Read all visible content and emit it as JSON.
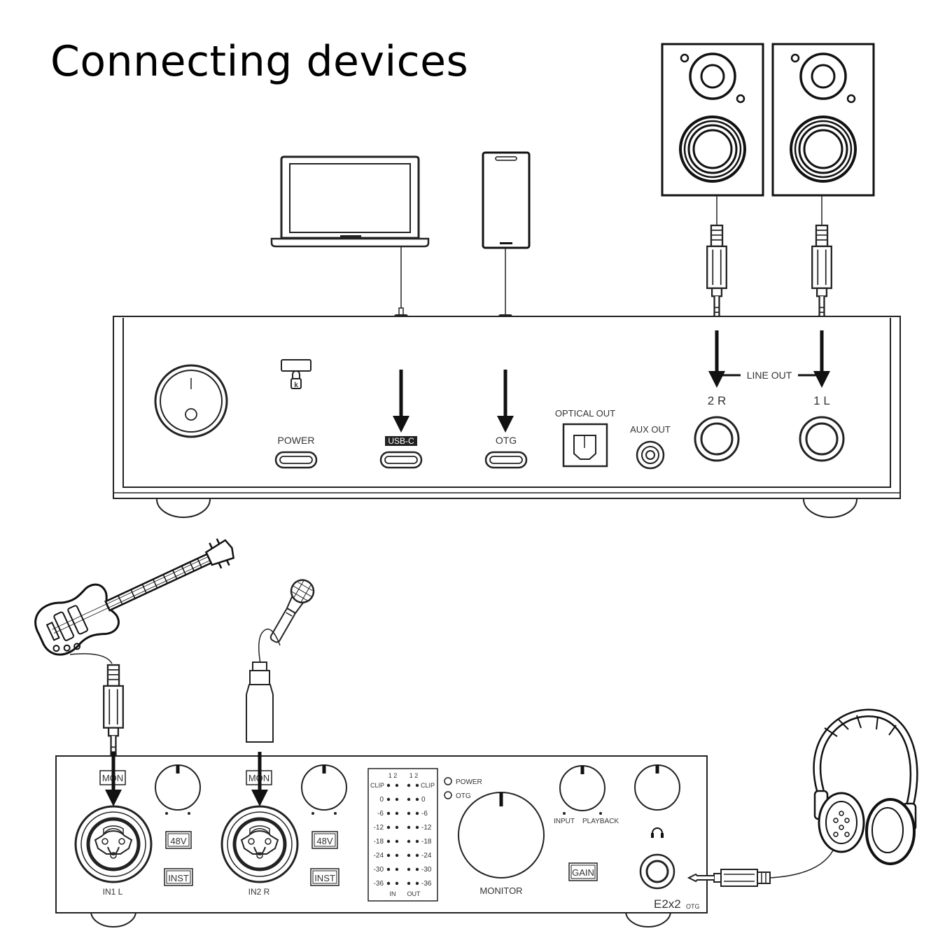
{
  "title": "Connecting devices",
  "rear_panel": {
    "power_label": "POWER",
    "usbc_label": "USB-C",
    "otg_label": "OTG",
    "optical_out_label": "OPTICAL OUT",
    "aux_out_label": "AUX OUT",
    "line_out_label": "LINE OUT",
    "out_2r_label": "2 R",
    "out_1l_label": "1 L"
  },
  "front_panel": {
    "mon_label": "MON",
    "phantom_label": "48V",
    "inst_label": "INST",
    "in1_label": "IN1 L",
    "in2_label": "IN2 R",
    "meter": {
      "channel_numbers": "1 2",
      "clip_label": "CLIP",
      "levels": [
        "0",
        "-6",
        "-12",
        "-18",
        "-24",
        "-30",
        "-36"
      ],
      "in_label": "IN",
      "out_label": "OUT"
    },
    "power_led_label": "POWER",
    "otg_led_label": "OTG",
    "monitor_label": "MONITOR",
    "input_label": "INPUT",
    "playback_label": "PLAYBACK",
    "gain_label": "GAIN",
    "model_name": "E2x2",
    "model_suffix": "OTG",
    "headphone_icon": "headphones-icon"
  },
  "devices": [
    "laptop-icon",
    "smartphone-icon",
    "speaker-icon",
    "speaker-icon",
    "guitar-icon",
    "microphone-icon",
    "headphones-icon"
  ]
}
